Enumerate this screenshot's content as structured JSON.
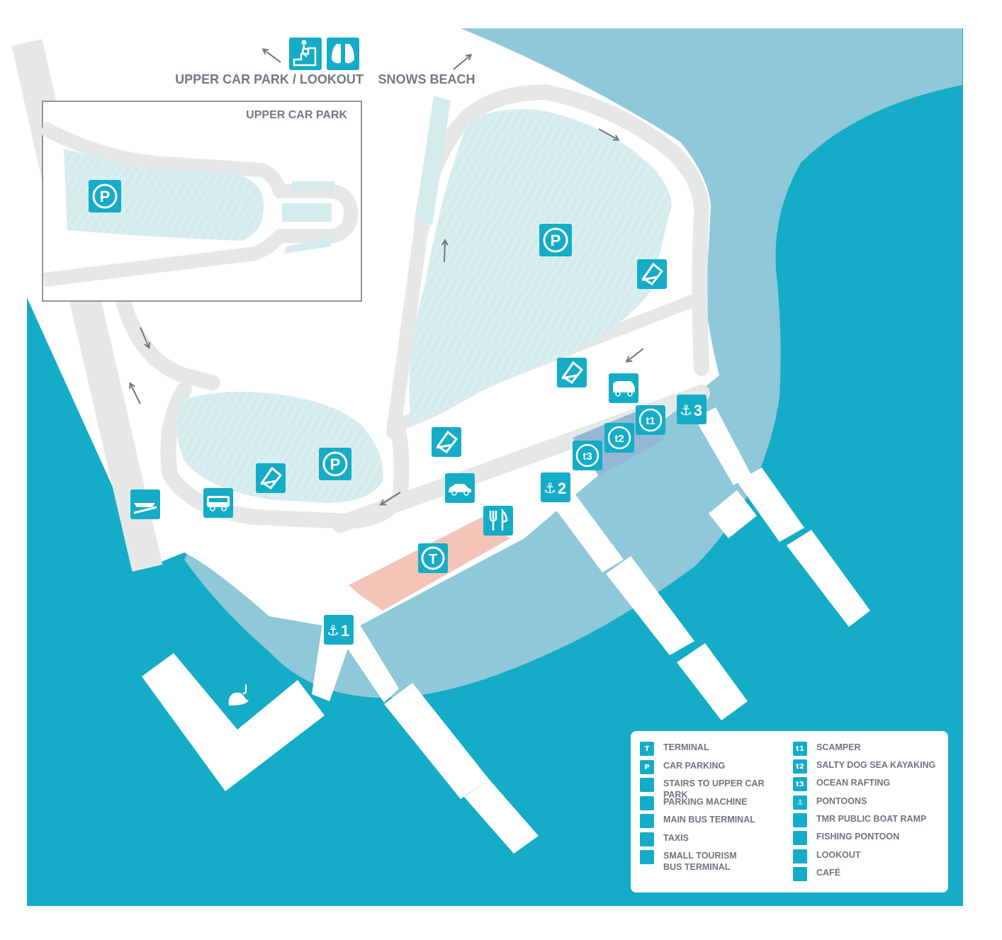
{
  "labels": {
    "upper_car_park_lookout": "UPPER CAR PARK / LOOKOUT",
    "snows_beach": "SNOWS BEACH",
    "upper_car_park": "UPPER CAR PARK"
  },
  "signs": {
    "parking": "P",
    "terminal": "T",
    "scamper": "t1",
    "kayaking": "t2",
    "rafting": "t3",
    "pontoon_1": "1",
    "pontoon_2": "2",
    "pontoon_3": "3"
  },
  "legend": {
    "items": [
      {
        "label": "TERMINAL",
        "icon": "terminal-icon",
        "glyph": "T"
      },
      {
        "label": "CAR PARKING",
        "icon": "parking-icon",
        "glyph": "P"
      },
      {
        "label": "STAIRS TO UPPER CAR PARK",
        "icon": "stairs-icon",
        "glyph": ""
      },
      {
        "label": "PARKING MACHINE",
        "icon": "parking-machine-icon",
        "glyph": ""
      },
      {
        "label": "MAIN BUS TERMINAL",
        "icon": "bus-icon",
        "glyph": ""
      },
      {
        "label": "TAXIS",
        "icon": "taxi-icon",
        "glyph": ""
      },
      {
        "label": "SMALL TOURISM\nBUS TERMINAL",
        "icon": "minibus-icon",
        "glyph": ""
      },
      {
        "label": "SCAMPER",
        "icon": "scamper-icon",
        "glyph": "t1"
      },
      {
        "label": "SALTY DOG SEA KAYAKING",
        "icon": "kayaking-icon",
        "glyph": "t2"
      },
      {
        "label": "OCEAN RAFTING",
        "icon": "rafting-icon",
        "glyph": "t3"
      },
      {
        "label": "PONTOONS",
        "icon": "anchor-icon",
        "glyph": "⚓"
      },
      {
        "label": "TMR PUBLIC BOAT RAMP",
        "icon": "boat-ramp-icon",
        "glyph": ""
      },
      {
        "label": "FISHING PONTOON",
        "icon": "fishing-icon",
        "glyph": ""
      },
      {
        "label": "LOOKOUT",
        "icon": "binoculars-icon",
        "glyph": ""
      },
      {
        "label": "CAFÉ",
        "icon": "cafe-icon",
        "glyph": ""
      }
    ]
  },
  "colors": {
    "sea": "#15acc7",
    "shallow": "#8fc8d9",
    "land": "#ffffff",
    "road": "#e6e8e8",
    "parking_lot": "#d5eced",
    "terminal_building": "#f5c4b8",
    "tour_operators": "#92b8d6",
    "sign": "#15acc7",
    "label_text": "#707a80"
  }
}
